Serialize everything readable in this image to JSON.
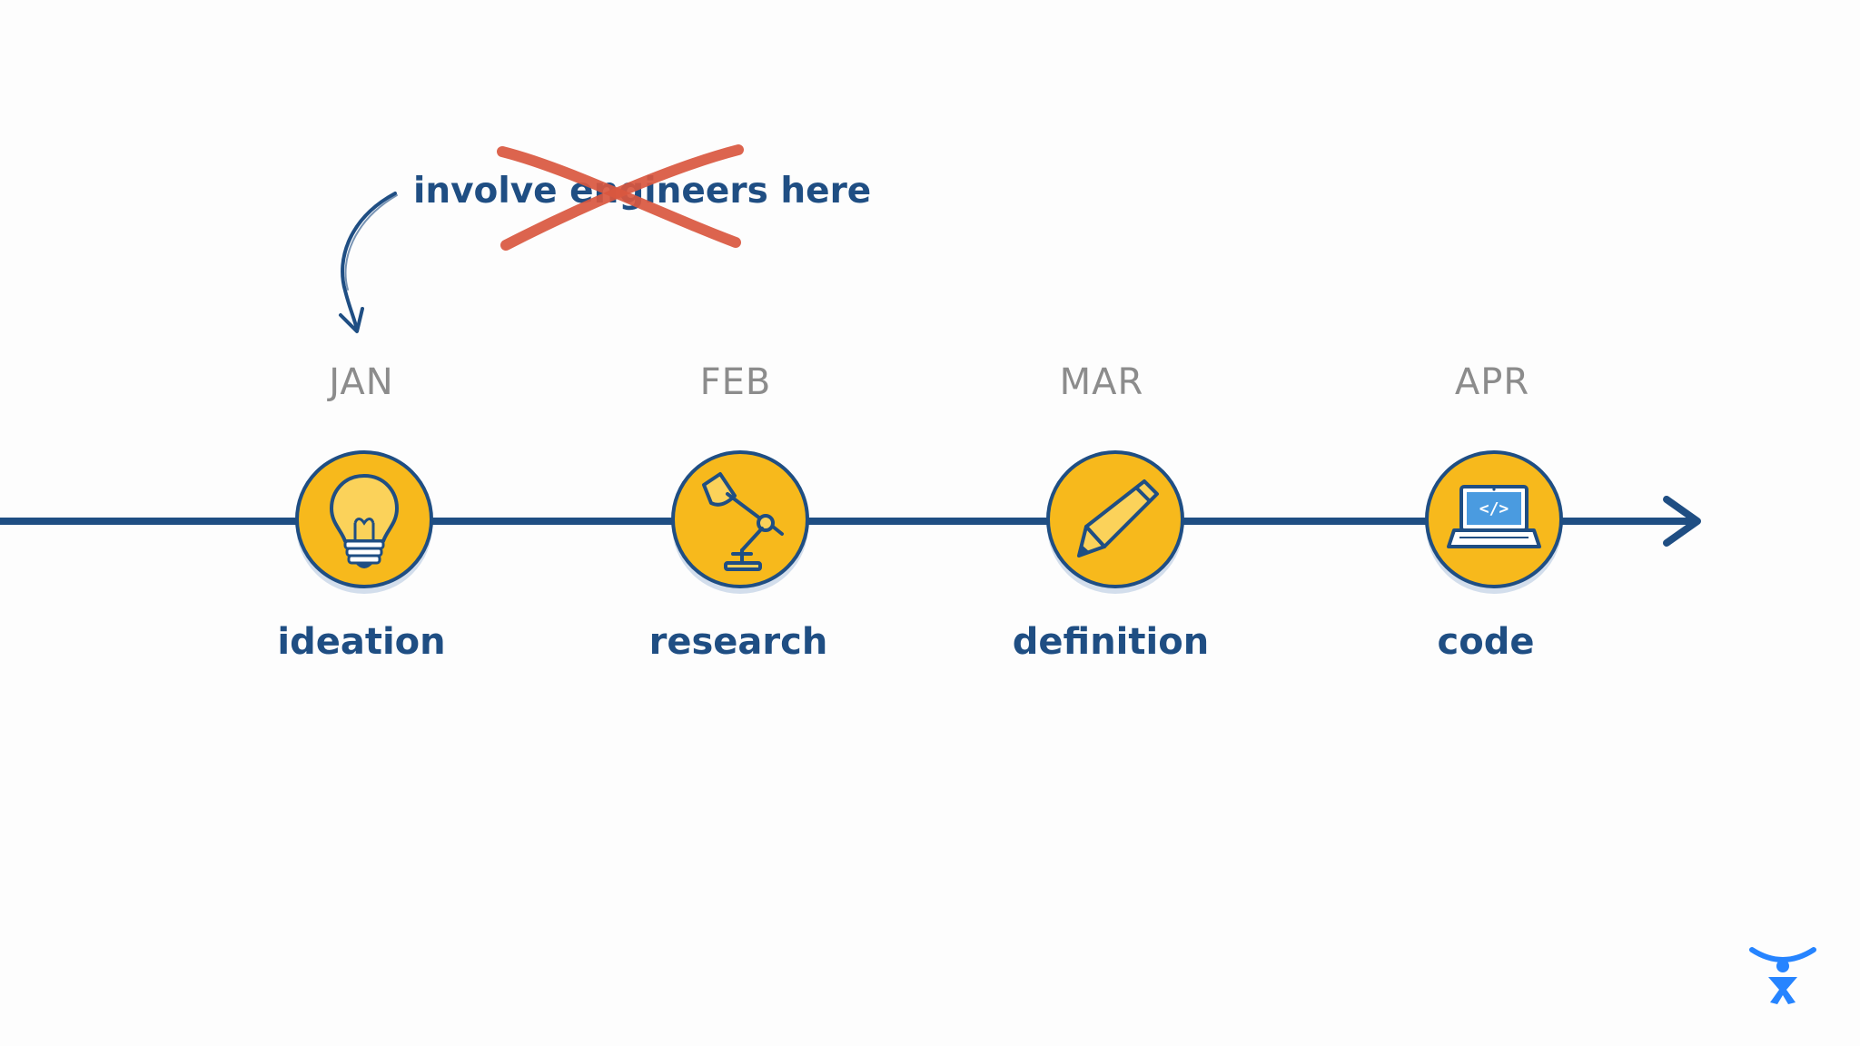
{
  "annotation": {
    "text": "involve engineers here"
  },
  "phases": [
    {
      "month": "JAN",
      "label": "ideation",
      "icon": "lightbulb-icon"
    },
    {
      "month": "FEB",
      "label": "research",
      "icon": "desk-lamp-icon"
    },
    {
      "month": "MAR",
      "label": "definition",
      "icon": "pencil-icon"
    },
    {
      "month": "APR",
      "label": "code",
      "icon": "laptop-code-icon"
    }
  ],
  "laptop_screen_text": "</>",
  "colors": {
    "accent": "#1f4e83",
    "node_fill": "#f7b91c",
    "strike": "#d9573f",
    "month_text": "#8c8c8c",
    "logo": "#2684ff"
  },
  "logo": "atlassian-logo"
}
